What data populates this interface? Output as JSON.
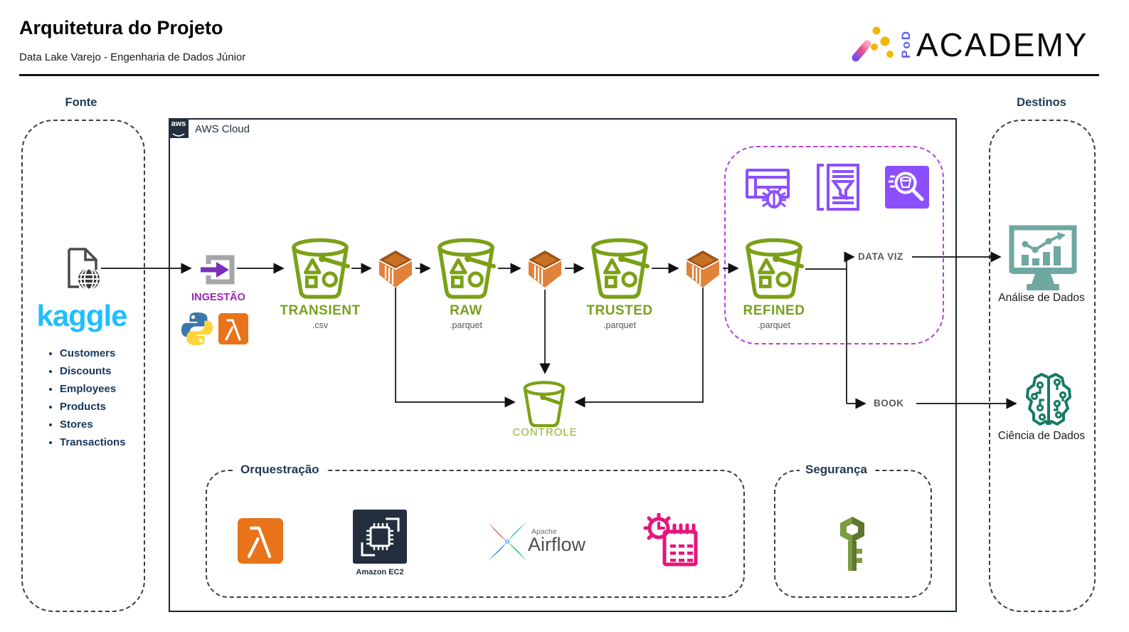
{
  "header": {
    "title": "Arquitetura do Projeto",
    "subtitle": "Data Lake Varejo - Engenharia de Dados Júnior",
    "logo": {
      "pod": "PoD",
      "academy": "ACADEMY"
    }
  },
  "fonte": {
    "label": "Fonte",
    "source_name": "kaggle",
    "datasets": [
      "Customers",
      "Discounts",
      "Employees",
      "Products",
      "Stores",
      "Transactions"
    ]
  },
  "aws": {
    "badge": "aws",
    "label": "AWS Cloud",
    "ingestao_label": "INGESTÃO",
    "buckets": [
      {
        "name": "TRANSIENT",
        "format": ".csv"
      },
      {
        "name": "RAW",
        "format": ".parquet"
      },
      {
        "name": "TRUSTED",
        "format": ".parquet"
      },
      {
        "name": "REFINED",
        "format": ".parquet"
      }
    ],
    "controle_label": "CONTROLE",
    "outputs": {
      "data_viz": "DATA VIZ",
      "book": "BOOK"
    },
    "orquestracao": {
      "label": "Orquestração",
      "ec2_label": "Amazon EC2",
      "airflow": {
        "apache": "Apache",
        "name": "Airflow"
      }
    },
    "seguranca": {
      "label": "Segurança"
    }
  },
  "destinos": {
    "label": "Destinos",
    "items": [
      {
        "label": "Análise de Dados"
      },
      {
        "label": "Ciência de Dados"
      }
    ]
  },
  "colors": {
    "bucket_green": "#7AA116",
    "glue_orange": "#E0823A",
    "lambda_orange": "#E8731A",
    "service_purple": "#8C4FFF",
    "ingest_purple": "#9B27AF",
    "aws_navy": "#232F3E",
    "heading_navy": "#203A56",
    "kaggle_blue": "#20BEFF",
    "dest_teal": "#6FA8A0",
    "dest_teal_dark": "#177B63",
    "scheduler_pink": "#E7157B",
    "key_green": "#759B3C"
  },
  "icons": {
    "file-globe-icon": "document-with-globe",
    "ingest-arrow-icon": "bracket-with-arrow",
    "python-icon": "python-two-snakes",
    "lambda-icon": "aws-lambda",
    "s3-bucket-icon": "aws-s3-bucket",
    "glue-icon": "aws-glue-prism",
    "data-quality-icon": "table-with-bug",
    "query-filter-icon": "document-with-funnel",
    "athena-icon": "magnifier-over-bucket",
    "ec2-icon": "aws-ec2-chip",
    "airflow-icon": "airflow-pinwheel",
    "scheduler-icon": "clock-with-calendar",
    "key-icon": "3d-key",
    "monitor-chart-icon": "monitor-with-charts",
    "circuit-brain-icon": "circuit-brain",
    "aws-cloud-icon": "aws-smile-badge"
  }
}
